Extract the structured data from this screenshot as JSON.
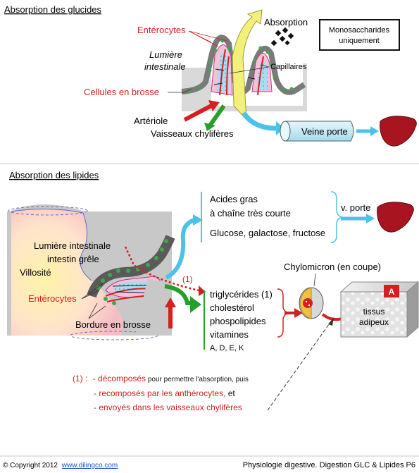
{
  "section1": {
    "title": "Absorption des glucides",
    "labels": {
      "enterocytes": "Entérocytes",
      "lumiere": "Lumière",
      "intestinale": "intestinale",
      "cellules_brosse": "Cellules en brosse",
      "absorption": "Absorption",
      "capillaires": "Capillaires",
      "arteriole": "Artériole",
      "vaisseaux": "Vaisseaux chylifères",
      "veine_porte": "Veine porte"
    },
    "box": {
      "line1": "Monosaccharides",
      "line2": "uniquement"
    }
  },
  "section2": {
    "title": "Absorption des lipides",
    "labels": {
      "lumiere_int": "Lumière intestinale",
      "intestin_grele": "intestin grêle",
      "villosite": "Villosité",
      "enterocytes": "Entérocytes",
      "bordure": "Bordure en brosse",
      "note_marker": "(1)",
      "chylomicron": "Chylomicron (en coupe)",
      "badge": "A",
      "tissus": "tissus",
      "adipeux": "adipeux",
      "v_porte": "v. porte"
    },
    "acides": [
      "Acides gras",
      "à chaîne très courte",
      "Glucose, galactose, fructose"
    ],
    "lipides": [
      "triglycérides (1)",
      "cholestérol",
      "phospolipides",
      "vitamines",
      "A, D, E, K"
    ],
    "note": {
      "prefix": "(1) :",
      "line1_red": "- décomposés",
      "line1_black": " pour permettre l'absorption, puis",
      "line2_red": "- recomposés par les anthérocytes,",
      "line2_black": " et",
      "line3_red": "- envoyés dans les vaisseaux chylifères"
    }
  },
  "footer": {
    "copyright": "© Copyright 2012",
    "link": "www.dilingco.com",
    "right": "Physiologie digestive. Digestion GLC & Lipides P6"
  },
  "colors": {
    "red": "#d42020",
    "blue_arrow": "#4cc2ea",
    "green": "#27a02a",
    "yellow": "#f2f07a",
    "liver": "#a8141f",
    "capillary_blue": "#a9dcf0"
  }
}
